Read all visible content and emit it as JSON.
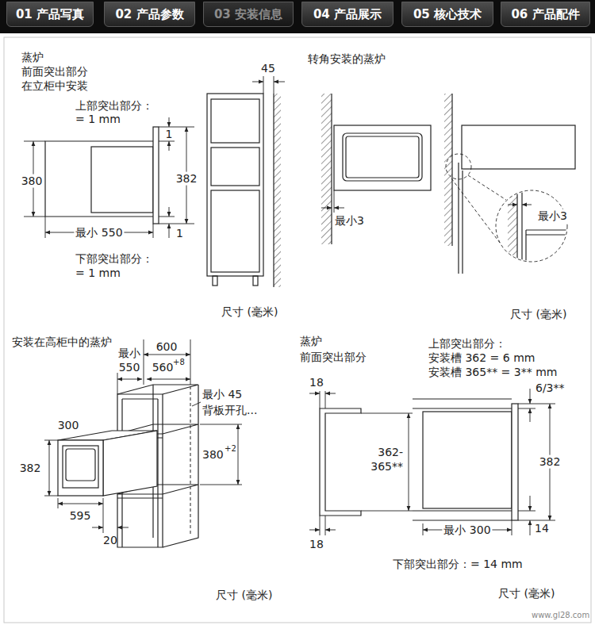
{
  "diagram": {
    "nodes": [
      {
        "text": [
          "01 产品写真"
        ]
      },
      {
        "text": [
          "02 产品参数"
        ]
      },
      {
        "text": [
          "03 安装信息"
        ]
      },
      {
        "text": [
          "04 产品展示"
        ]
      },
      {
        "text": [
          "05 核心技术"
        ]
      },
      {
        "text": [
          "06 产品配件"
        ]
      }
    ],
    "labels": [
      "蒸炉",
      "前面突出部分",
      "在立柜中安装",
      "上部突出部分：",
      "= 1 mm",
      "380",
      "382",
      "1",
      "1",
      "最小 550",
      "下部突出部分：",
      "= 1 mm",
      "45",
      "尺寸 (毫米)",
      "转角安装的蒸炉",
      "最小3",
      "最小3",
      "尺寸 (毫米)",
      "安装在高柜中的蒸炉",
      "最小",
      "550",
      "600",
      "560",
      "+8",
      "最小 45",
      "背板开孔...",
      "300",
      "382",
      "595",
      "20",
      "380",
      "+2",
      "尺寸 (毫米)",
      "蒸炉",
      "前面突出部分",
      "上部突出部分：",
      "安装槽 362 = 6 mm",
      "安装槽 365** = 3** mm",
      "18",
      "18",
      "362-",
      "365**",
      "6/3**",
      "382",
      "14",
      "最小 300",
      "下部突出部分：= 14 mm",
      "尺寸 (毫米)",
      "www.gl28.com"
    ]
  }
}
